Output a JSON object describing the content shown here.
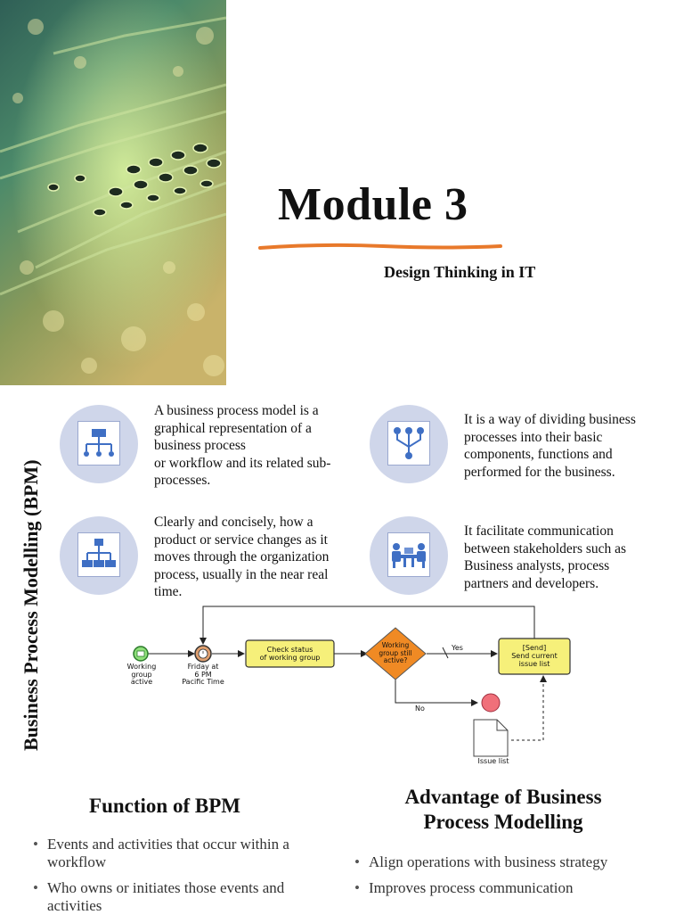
{
  "slide1": {
    "title": "Module 3",
    "subtitle": "Design Thinking in IT",
    "image_description_icon": "circuit-board-photo"
  },
  "slide2": {
    "vertical_title": "Business Process Modelling (BPM)",
    "items": [
      {
        "icon": "hierarchy-icon",
        "text": "A business process model is a graphical representation of a business process\nor workflow and its related sub-processes."
      },
      {
        "icon": "branch-icon",
        "text": "It is a way of dividing business processes into their basic components, functions and performed for the business."
      },
      {
        "icon": "org-chart-icon",
        "text": "Clearly and concisely, how a product or service changes as it moves through the organization process, usually in the near real time."
      },
      {
        "icon": "meeting-icon",
        "text": "It facilitate communication between stakeholders such as Business analysts, process partners and developers."
      }
    ],
    "diagram": {
      "start_label": "Working\ngroup\nactive",
      "timer_label": "Friday at\n6 PM\nPacific Time",
      "task1": "Check status\nof working group",
      "gateway": "Working\ngroup still\nactive?",
      "yes": "Yes",
      "no": "No",
      "task2": "[Send]\nSend current\nissue list",
      "doc": "Issue list"
    }
  },
  "slide3": {
    "left_title": "Function of BPM",
    "left_bullets": [
      "Events and activities that occur within a workflow",
      "Who owns or initiates those events and activities"
    ],
    "right_title": "Advantage of Business Process Modelling",
    "right_bullets": [
      "Align operations with business strategy",
      "Improves process communication"
    ]
  },
  "colors": {
    "accent_orange": "#e8792b",
    "icon_circle": "#cfd6ea",
    "icon_blue": "#3f6fc4",
    "task_yellow": "#f6f07a",
    "gateway_orange": "#f08a24"
  }
}
